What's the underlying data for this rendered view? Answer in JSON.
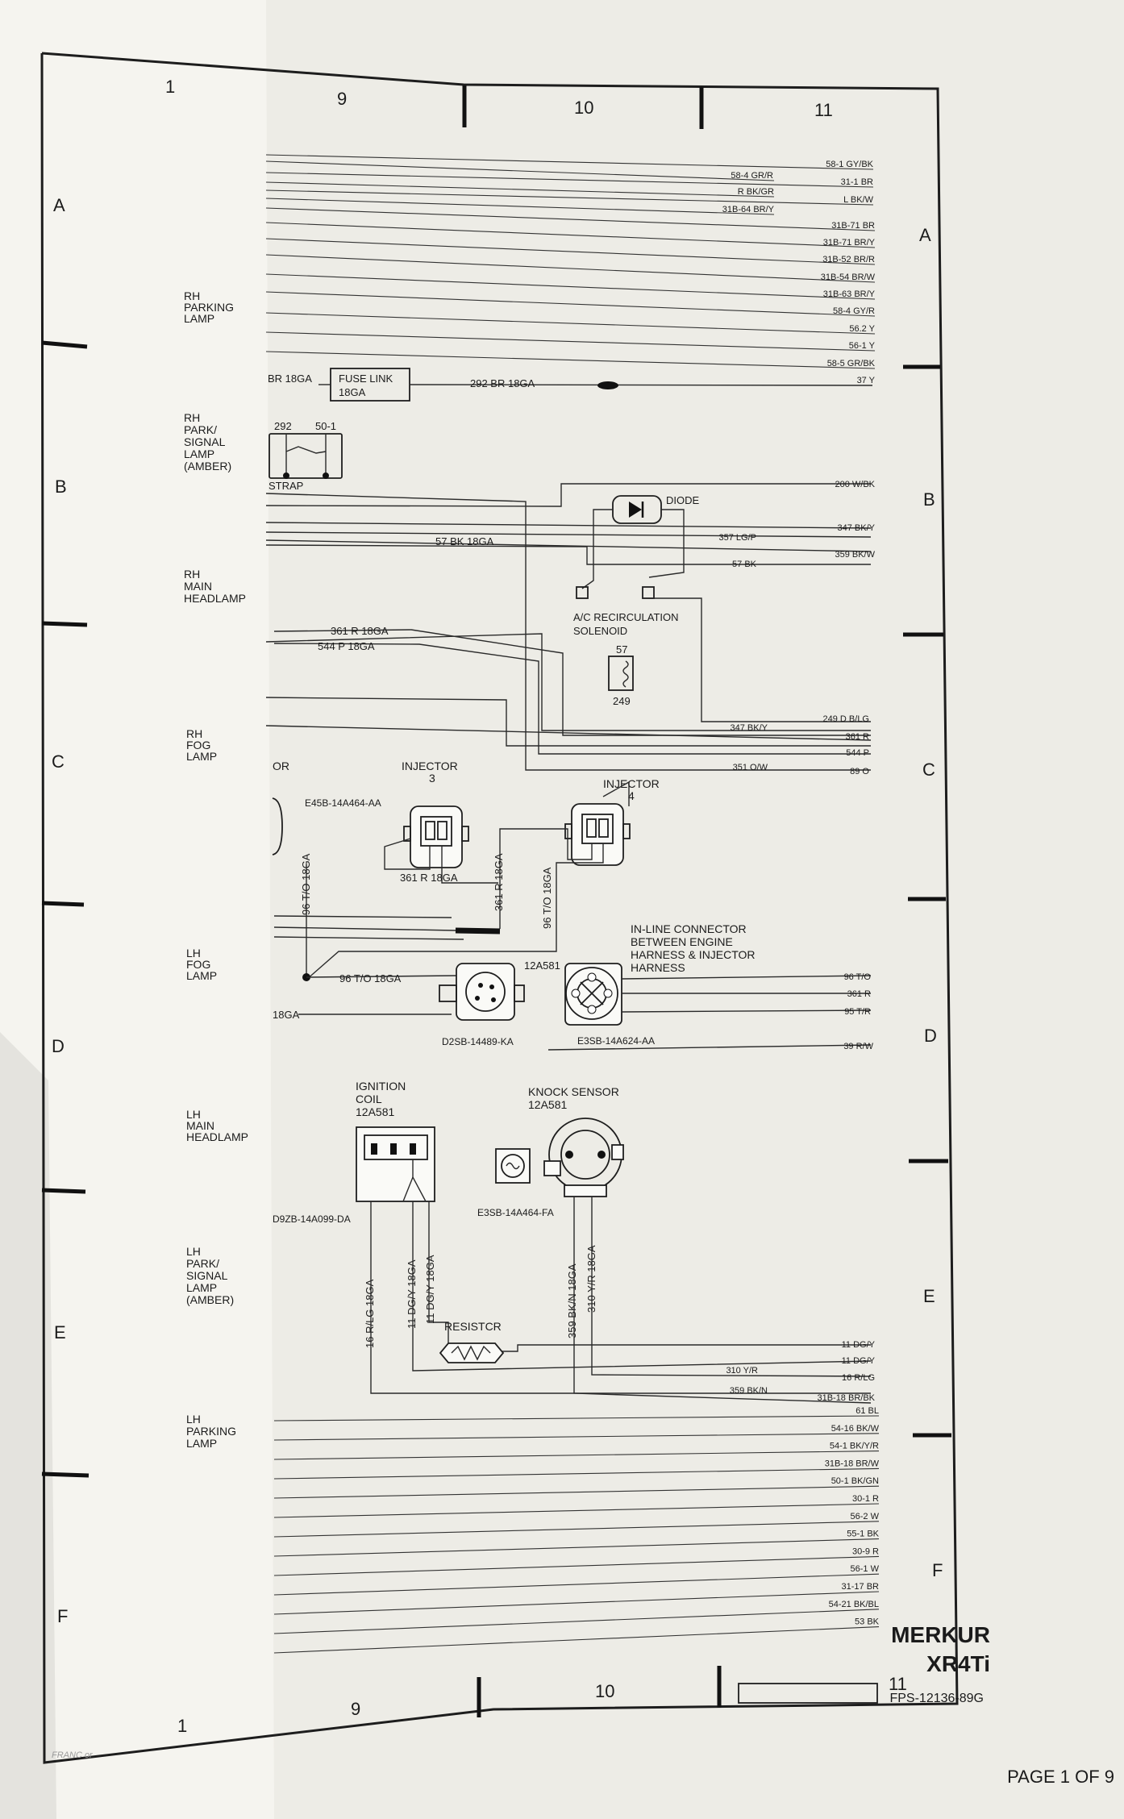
{
  "grid": {
    "top_numbers": [
      "1",
      "9",
      "10",
      "11"
    ],
    "bottom_numbers": [
      "1",
      "9",
      "10",
      "11"
    ],
    "left_letters": [
      "A",
      "B",
      "C",
      "D",
      "E",
      "F"
    ],
    "right_letters": [
      "A",
      "B",
      "C",
      "D",
      "E",
      "F"
    ]
  },
  "side_labels": [
    "RH PARKING LAMP",
    "RH PARK/ SIGNAL LAMP (AMBER)",
    "RH MAIN HEADLAMP",
    "RH FOG LAMP",
    "LH FOG LAMP",
    "LH MAIN HEADLAMP",
    "LH PARK/ SIGNAL LAMP (AMBER)",
    "LH PARKING LAMP"
  ],
  "wires_top": [
    "58-1 GY/BK",
    "58-4 GR/R",
    "31-1 BR",
    "R BK/GR",
    "L BK/W",
    "31B-64 BR/Y",
    "31B-71 BR",
    "31B-71 BR/Y",
    "31B-52 BR/R",
    "31B-54 BR/W",
    "31B-63 BR/Y",
    "58-4 GY/R",
    "56.2 Y",
    "56-1 Y",
    "58-5 GR/BK",
    "37 Y"
  ],
  "wires_mid": [
    "200 W/BK",
    "347 BK/Y",
    "357 LG/P",
    "359 BK/W",
    "57 BK",
    "249 D B/LG",
    "347 BK/Y",
    "361 R",
    "544 P",
    "351 O/W",
    "89 O"
  ],
  "wires_conn": [
    "96 T/O",
    "361 R",
    "95 T/R",
    "39 R/W"
  ],
  "wires_lower": [
    "11 DG/Y",
    "11 DG/Y",
    "310 Y/R",
    "16 R/LG",
    "359 BK/N",
    "31B-18 BR/BK"
  ],
  "wires_bottom": [
    "61 BL",
    "54-16 BK/W",
    "54-1 BK/Y/R",
    "31B-18 BR/W",
    "50-1 BK/GN",
    "30-1 R",
    "56-2 W",
    "55-1 BK",
    "30-9 R",
    "56-1 W",
    "31-17 BR",
    "54-21 BK/BL",
    "53 BK"
  ],
  "labels": {
    "fuse_link": "FUSE LINK",
    "fuse_link_ga": "18GA",
    "br_18ga": "BR 18GA",
    "w292_br": "292 BR 18GA",
    "n292": "292",
    "n50_1": "50-1",
    "strap": "STRAP",
    "w57_bk": "57 BK 18GA",
    "diode": "DIODE",
    "ac_recirc_1": "A/C RECIRCULATION",
    "ac_recirc_2": "SOLENOID",
    "n57": "57",
    "n249": "249",
    "w361_r": "361 R 18GA",
    "w544_p": "544 P 18GA",
    "or": "OR",
    "injector3_1": "INJECTOR",
    "injector3_2": "3",
    "injector4_1": "INJECTOR",
    "injector4_2": "4",
    "e45b": "E45B-14A464-AA",
    "w361_r_b": "361 R 18GA",
    "w96_to_v": "96 T/O 18GA",
    "w361_r_v": "361 R 18GA",
    "w96_to_v2": "96 T/O 18GA",
    "inline_1": "IN-LINE CONNECTOR",
    "inline_2": "BETWEEN ENGINE",
    "inline_3": "HARNESS & INJECTOR",
    "inline_4": "HARNESS",
    "n12a581": "12A581",
    "w96_to_h": "96 T/O 18GA",
    "n18ga": "18GA",
    "d2sb": "D2SB-14489-KA",
    "e3sb_conn": "E3SB-14A624-AA",
    "ign_1": "IGNITION",
    "ign_2": "COIL",
    "ign_3": "12A581",
    "knock_1": "KNOCK SENSOR",
    "knock_2": "12A581",
    "d9zb": "D9ZB-14A099-DA",
    "e3sb_knock": "E3SB-14A464-FA",
    "w16_rlg": "16 R/LG 18GA",
    "w11_dgy_a": "11 DG/Y 18GA",
    "w11_dgy_b": "11 DG/Y 18GA",
    "w359_bkn": "359 BK/N 18GA",
    "w310_yr": "310 Y/R 18GA",
    "resistor": "RESISTCR",
    "faint_stamp": "FRANC   or"
  },
  "footer": {
    "make": "MERKUR",
    "model": "XR4Ti",
    "code": "FPS-12136-89G",
    "page": "PAGE 1 OF 9"
  }
}
